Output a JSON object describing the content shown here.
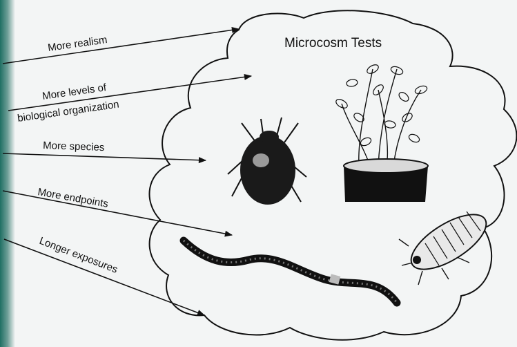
{
  "diagram": {
    "title": "Microcosm Tests",
    "arrows": [
      {
        "lines": [
          "More realism"
        ]
      },
      {
        "lines": [
          "More levels of",
          "biological organization"
        ]
      },
      {
        "lines": [
          "More species"
        ]
      },
      {
        "lines": [
          "More endpoints"
        ]
      },
      {
        "lines": [
          "Longer exposures"
        ]
      }
    ],
    "illustrations": [
      "mite",
      "potted-plant",
      "earthworm",
      "isopod"
    ]
  },
  "colors": {
    "frame_teal": "#1f6f63",
    "background": "#f3f5f5",
    "ink": "#111111"
  }
}
